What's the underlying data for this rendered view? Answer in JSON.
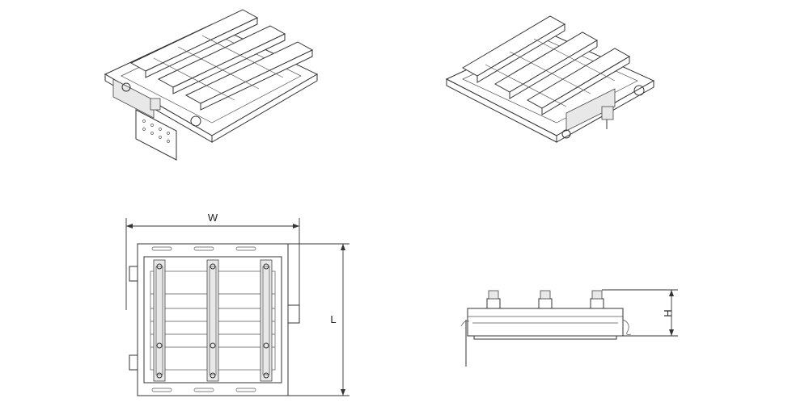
{
  "dimensions": {
    "width_label": "W",
    "length_label": "L",
    "height_label": "H"
  }
}
